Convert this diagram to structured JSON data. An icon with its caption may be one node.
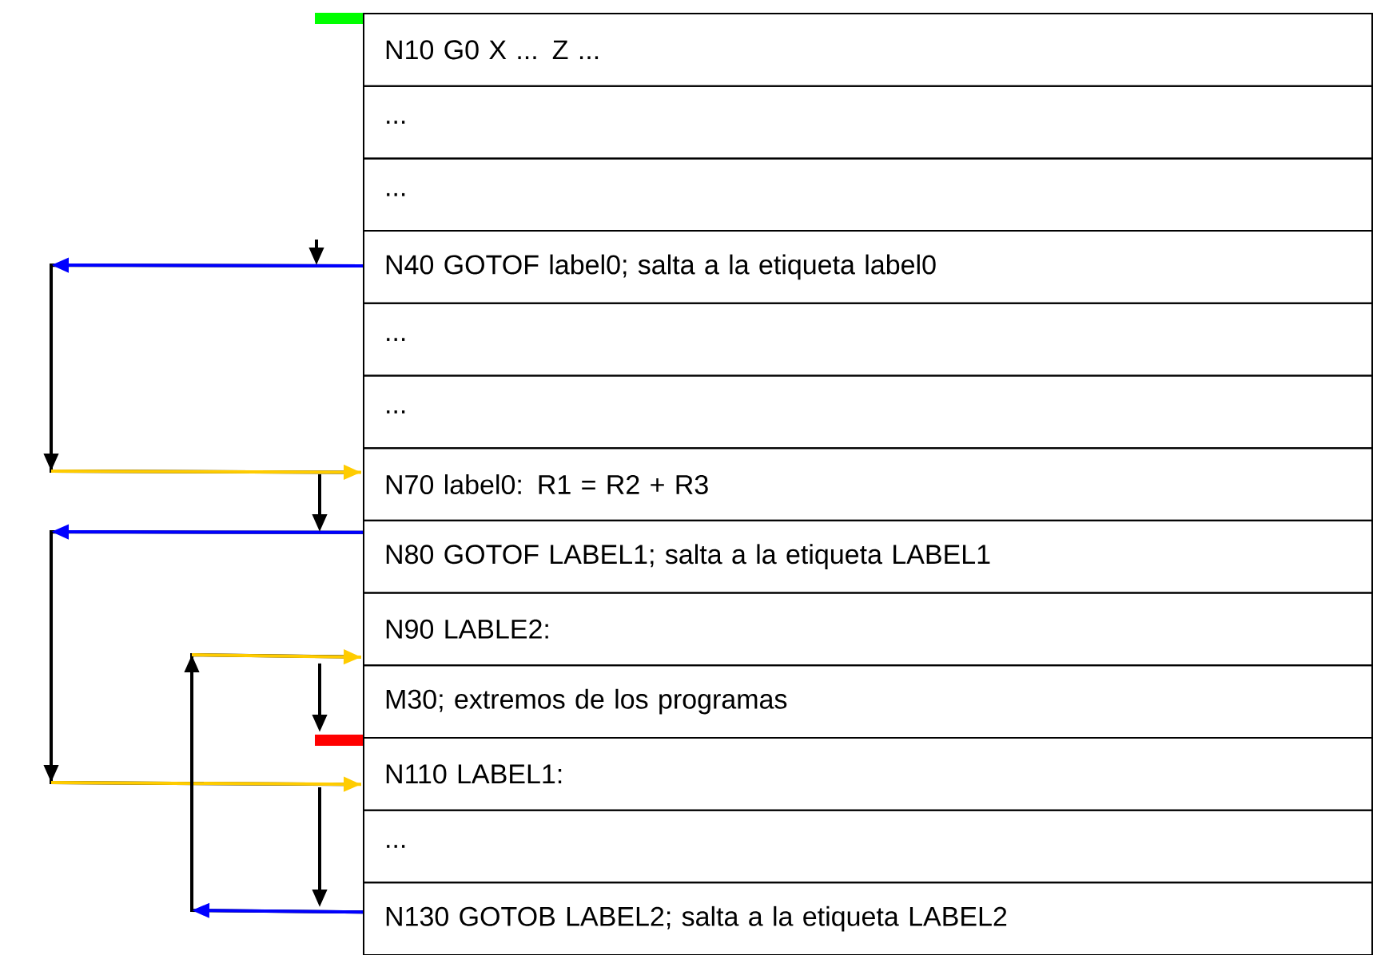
{
  "diagram": {
    "nodes": [
      {
        "text": [
          "N10 G0 X ... Z ..."
        ]
      },
      {
        "text": [
          "..."
        ]
      },
      {
        "text": [
          "..."
        ]
      },
      {
        "text": [
          "N40 GOTOF label0; salta a la etiqueta label0"
        ]
      },
      {
        "text": [
          "..."
        ]
      },
      {
        "text": [
          "..."
        ]
      },
      {
        "text": [
          "N70 label0: R1 = R2 + R3"
        ]
      },
      {
        "text": [
          "N80 GOTOF LABEL1; salta a la etiqueta LABEL1"
        ]
      },
      {
        "text": [
          "N90 LABLE2:"
        ]
      },
      {
        "text": [
          "M30; extremos de los programas"
        ]
      },
      {
        "text": [
          "N110 LABEL1:"
        ]
      },
      {
        "text": [
          "..."
        ]
      },
      {
        "text": [
          "N130 GOTOB LABEL2; salta a la etiqueta LABEL2"
        ]
      }
    ],
    "edges": [
      {
        "from": 3,
        "to": 6,
        "arrow": "to"
      },
      {
        "from": 7,
        "to": 10,
        "arrow": "to"
      },
      {
        "from": 12,
        "to": 8,
        "arrow": "to",
        "color": "#000000"
      },
      {
        "from": 8,
        "to": 9,
        "arrow": "to",
        "color": "#000000"
      }
    ]
  }
}
